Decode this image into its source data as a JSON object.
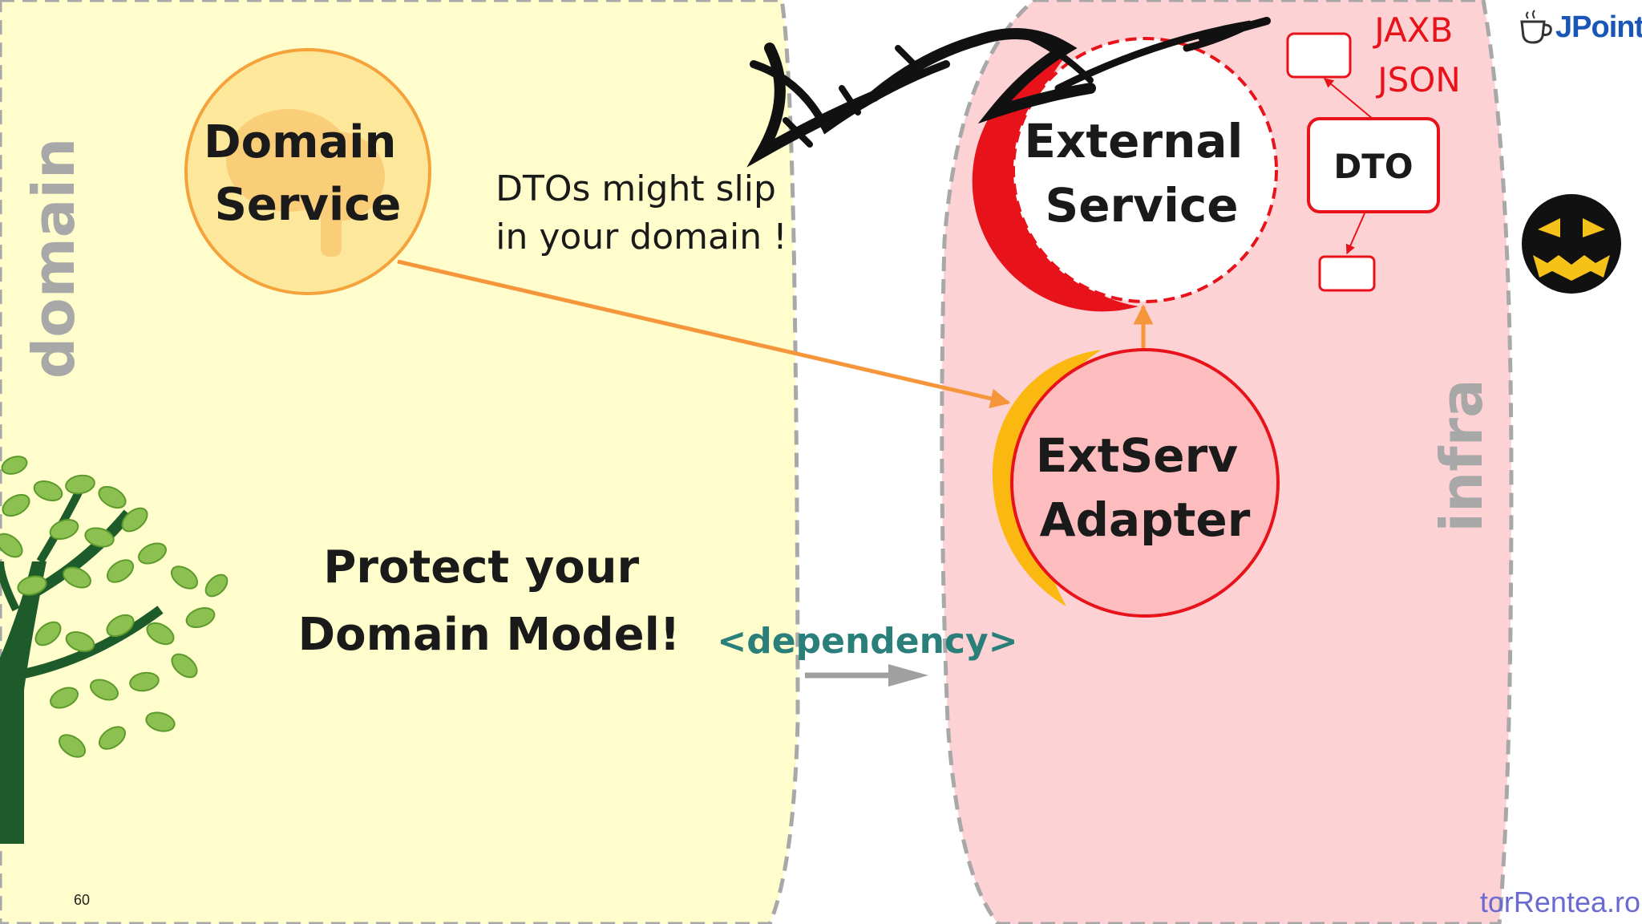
{
  "slide": {
    "page_number": "60",
    "footer_site": "torRentea.ro",
    "brand": "JPoint"
  },
  "zones": {
    "domain_label": "domain",
    "infra_label": "infra"
  },
  "nodes": {
    "domain_service": [
      "Domain",
      "Service"
    ],
    "external_service": [
      "External",
      "Service"
    ],
    "adapter": [
      "ExtServ",
      "Adapter"
    ],
    "dto_box": "DTO"
  },
  "annotations": {
    "dto_warning": [
      "DTOs might slip",
      "in your domain !"
    ],
    "formats": [
      "JAXB",
      "JSON"
    ],
    "protect": [
      "Protect your",
      "Domain Model!"
    ],
    "legend_dependency": "<dependency>"
  },
  "colors": {
    "domain_bg": "#fefdcb",
    "infra_bg": "#fdd2d4",
    "zone_border": "#a8a8a8",
    "zone_label": "#a8a8a8",
    "domain_service_fill": "#fde79a",
    "domain_service_stroke": "#f5a23a",
    "arrow_orange": "#f5963a",
    "red": "#e8121a",
    "adapter_fill": "#fdbcbe",
    "adapter_crescent": "#fbb810",
    "legend_text": "#2a7f7a",
    "legend_arrow": "#a0a0a0",
    "tree_trunk": "#1e5b2b",
    "tree_leaf": "#8cc152"
  }
}
